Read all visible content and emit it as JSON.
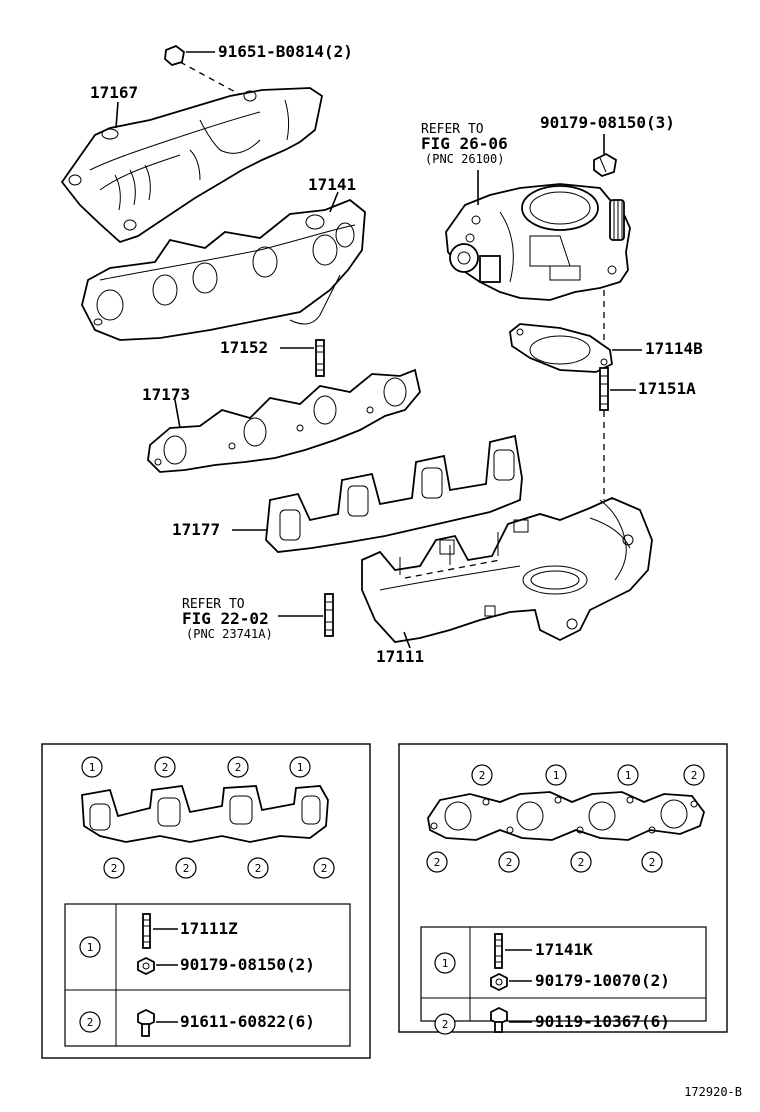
{
  "callouts": {
    "bolt_91651": "91651-B0814(2)",
    "heat_insulator": "17167",
    "exhaust_manifold": "17141",
    "stud_17152": "17152",
    "gasket_17173": "17173",
    "gasket_17177": "17177",
    "intake_manifold": "17111",
    "throttle_ref_line1": "REFER TO",
    "throttle_ref_line2": "FIG 26-06",
    "throttle_ref_line3": "(PNC 26100)",
    "nut_90179_08150": "90179-08150(3)",
    "gasket_17114b": "17114B",
    "stud_17151a": "17151A",
    "fig22_ref_line1": "REFER TO",
    "fig22_ref_line2": "FIG 22-02",
    "fig22_ref_line3": "(PNC 23741A)"
  },
  "left_box": {
    "top_markers": [
      "1",
      "2",
      "2",
      "1"
    ],
    "bottom_markers": [
      "2",
      "2",
      "2",
      "2"
    ],
    "rows": [
      {
        "marker": "1",
        "items": [
          "17111Z",
          "90179-08150(2)"
        ]
      },
      {
        "marker": "2",
        "items": [
          "91611-60822(6)"
        ]
      }
    ]
  },
  "right_box": {
    "top_markers": [
      "2",
      "1",
      "1",
      "2"
    ],
    "bottom_markers": [
      "2",
      "2",
      "2",
      "2"
    ],
    "rows": [
      {
        "marker": "1",
        "items": [
          "17141K",
          "90179-10070(2)"
        ]
      },
      {
        "marker": "2",
        "items": [
          "90119-10367(6)"
        ]
      }
    ]
  },
  "figure_number": "172920-B"
}
